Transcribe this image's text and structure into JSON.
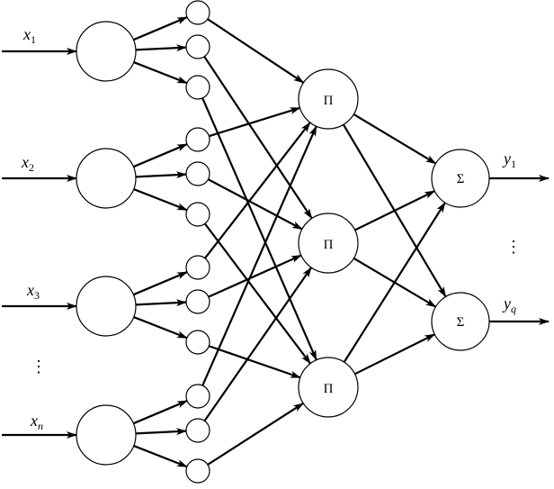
{
  "diagram": {
    "type": "fuzzy-neural-network",
    "inputs": [
      {
        "label": "x",
        "sub": "1"
      },
      {
        "label": "x",
        "sub": "2"
      },
      {
        "label": "x",
        "sub": "3"
      },
      {
        "label": "x",
        "sub": "n"
      }
    ],
    "input_ellipsis": "⋮",
    "membership_nodes_per_input": 3,
    "rule_nodes": [
      {
        "symbol": "Π"
      },
      {
        "symbol": "Π"
      },
      {
        "symbol": "Π"
      }
    ],
    "output_nodes": [
      {
        "symbol": "Σ"
      },
      {
        "symbol": "Σ"
      }
    ],
    "outputs": [
      {
        "label": "y",
        "sub": "1"
      },
      {
        "label": "y",
        "sub": "q"
      }
    ],
    "output_ellipsis": "⋮",
    "membership_to_rule": [
      0,
      1,
      2,
      0,
      1,
      2,
      0,
      1,
      2,
      0,
      1,
      2
    ],
    "rule_to_output": "full"
  }
}
